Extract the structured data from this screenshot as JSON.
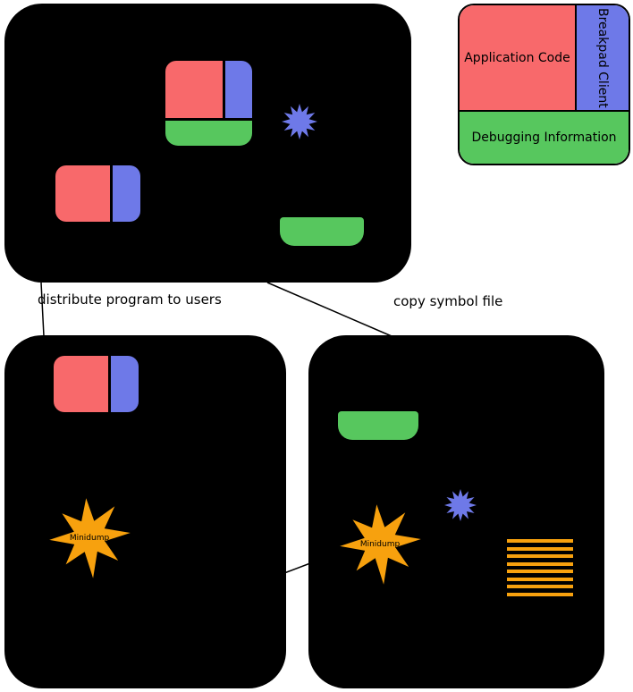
{
  "colors": {
    "application_code": "#f8696b",
    "breakpad_client": "#6e79e8",
    "debugging_info": "#57c75e",
    "minidump": "#f7a10e",
    "box_fill": "#000000",
    "background": "#ffffff"
  },
  "legend": {
    "application_code": "Application Code",
    "breakpad_client": "Breakpad Client",
    "debugging_information": "Debugging Information"
  },
  "labels": {
    "distribute": "distribute program to users",
    "copy_symbol": "copy symbol file"
  },
  "stars": {
    "minidump_left": "Minidump",
    "minidump_right": "Minidump"
  },
  "icons": {
    "starburst": "12-point-star",
    "minidump_star": "8-point-star",
    "stack_lines": "horizontal-lines"
  }
}
